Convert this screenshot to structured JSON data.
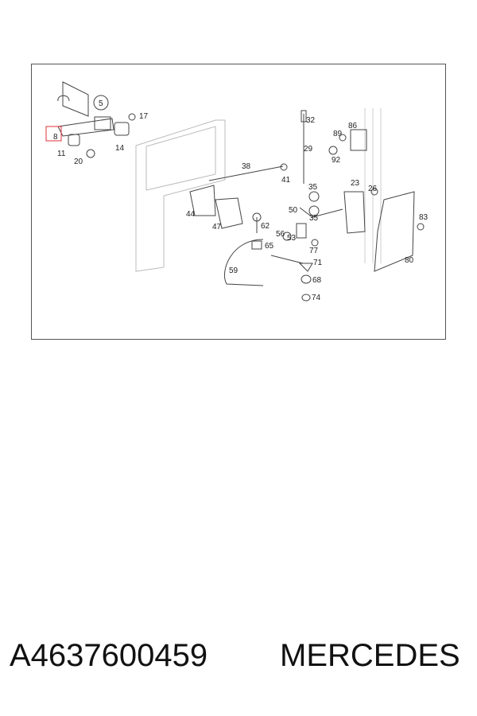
{
  "diagram": {
    "highlight_color": "#e0303a",
    "line_color": "#444444",
    "highlighted_callout": "8",
    "callouts": {
      "c5": "5",
      "c17": "17",
      "c8": "8",
      "c14": "14",
      "c11": "11",
      "c20": "20",
      "c32": "32",
      "c89": "89",
      "c86": "86",
      "c29": "29",
      "c92": "92",
      "c38": "38",
      "c41": "41",
      "c23": "23",
      "c26": "26",
      "c35a": "35",
      "c50": "50",
      "c35b": "35",
      "c44": "44",
      "c47": "47",
      "c62": "62",
      "c83": "83",
      "c56": "56",
      "c53": "53",
      "c65": "65",
      "c77": "77",
      "c71": "71",
      "c80": "80",
      "c59": "59",
      "c68": "68",
      "c74": "74"
    }
  },
  "caption": {
    "part_number": "A4637600459",
    "brand": "MERCEDES"
  }
}
